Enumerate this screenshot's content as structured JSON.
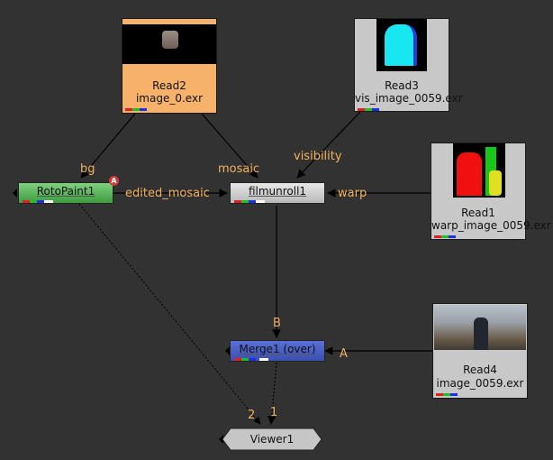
{
  "nodes": {
    "read2": {
      "title": "Read2",
      "file": "image_0.exr"
    },
    "read3": {
      "title": "Read3",
      "file": "vis_image_0059.exr"
    },
    "read1": {
      "title": "Read1",
      "file": "warp_image_0059.exr"
    },
    "read4": {
      "title": "Read4",
      "file": "image_0059.exr"
    },
    "rotopaint": {
      "label": "RotoPaint1",
      "badge": "A"
    },
    "filmunroll": {
      "label": "filmunroll1"
    },
    "merge": {
      "label": "Merge1 (over)"
    },
    "viewer": {
      "label": "Viewer1"
    }
  },
  "edge_labels": {
    "bg": "bg",
    "mosaic": "mosaic",
    "visibility": "visibility",
    "edited_mosaic": "edited_mosaic",
    "warp": "warp",
    "B": "B",
    "A": "A",
    "input2": "2",
    "input1": "1"
  },
  "colors": {
    "background": "#323232",
    "read_selected": "#f6b26b",
    "read_default": "#c8c8c8",
    "rotopaint": "#5fb85f",
    "filmunroll": "#cfcfcf",
    "merge": "#4a5fc2",
    "viewer": "#c0c0c0",
    "edge_label": "#f1b15a"
  }
}
